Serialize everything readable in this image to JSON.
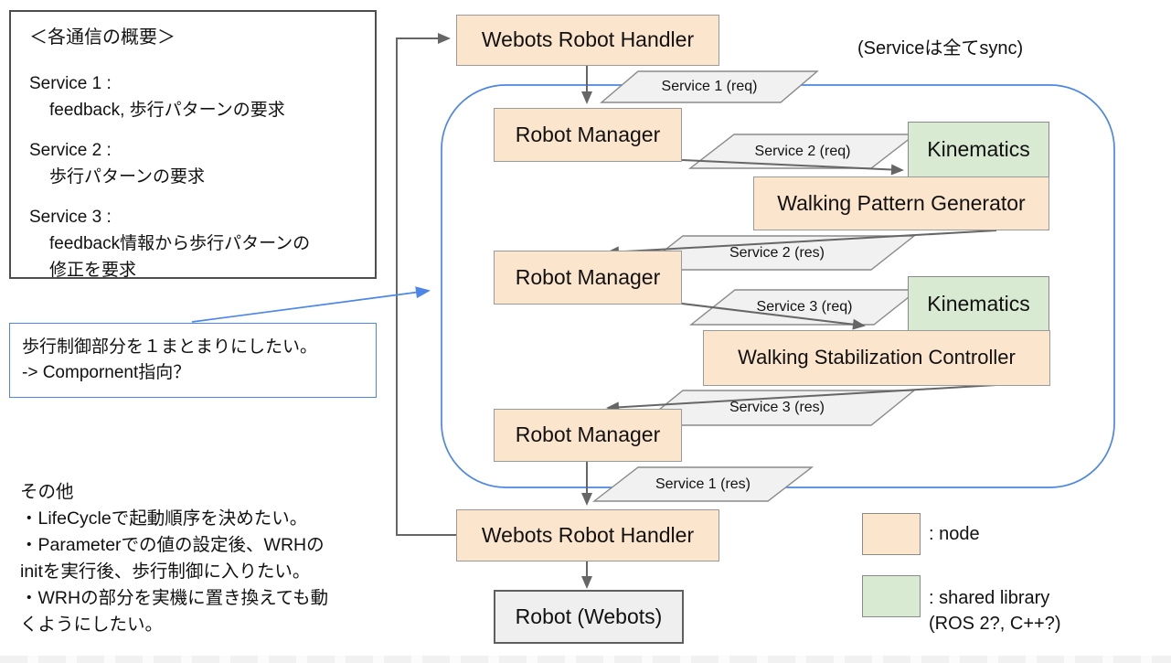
{
  "overview_box": {
    "title": "＜各通信の概要＞",
    "services": [
      {
        "name": "Service 1 :",
        "desc": "feedback, 歩行パターンの要求"
      },
      {
        "name": "Service 2 :",
        "desc": "歩行パターンの要求"
      },
      {
        "name": "Service 3 :",
        "desc": "feedback情報から歩行パターンの\n修正を要求"
      }
    ]
  },
  "component_note": "歩行制御部分を１まとまりにしたい。\n-> Compornent指向？",
  "misc_note": "その他\n・LifeCycleで起動順序を決めたい。\n・Parameterでの値の設定後、WRHの\ninitを実行後、歩行制御に入りたい。\n・WRHの部分を実機に置き換えても動\nくようにしたい。",
  "sync_note": "(Serviceは全てsync)",
  "nodes": {
    "wrh_top": "Webots Robot Handler",
    "rm1": "Robot Manager",
    "kin1": "Kinematics",
    "wpg": "Walking Pattern Generator",
    "rm2": "Robot Manager",
    "kin2": "Kinematics",
    "wsc": "Walking Stabilization Controller",
    "rm3": "Robot Manager",
    "wrh_bottom": "Webots Robot Handler",
    "robot": "Robot (Webots)"
  },
  "flow_labels": {
    "s1req": "Service 1 (req)",
    "s2req": "Service 2 (req)",
    "s2res": "Service 2 (res)",
    "s3req": "Service 3 (req)",
    "s3res": "Service 3 (res)",
    "s1res": "Service 1 (res)"
  },
  "legend": {
    "node": ": node",
    "shared": ": shared library\n(ROS 2?, C++?)"
  },
  "colors": {
    "node_fill": "#fce5cd",
    "shared_fill": "#d9ead3",
    "service_fill": "#f1f1f2",
    "external_fill": "#efefef",
    "container_blue": "#4c86e8",
    "arrow_gray": "#666666"
  }
}
